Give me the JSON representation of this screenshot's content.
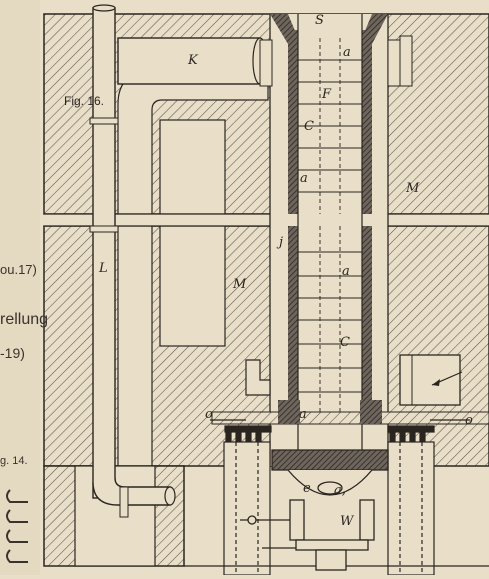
{
  "figure_label": "Fig. 16.",
  "side_text": {
    "fragment_1": "ou.17)",
    "fragment_2": "rellung",
    "fragment_3": "-19)",
    "fragment_4": "g. 14."
  },
  "part_labels": {
    "S": "S",
    "K": "K",
    "F": "F",
    "M_right": "M",
    "M_left": "M",
    "L": "L",
    "j": "j",
    "a_top": "a",
    "a_mid": "a",
    "a_lower": "a",
    "a_bottom": "a",
    "c_top": "C",
    "c_bottom": "C",
    "o_left": "o",
    "o_right": "o",
    "e": "e",
    "a1": "a,",
    "W": "W"
  },
  "colors": {
    "paper": "#e9dfc8",
    "ink": "#2b2520",
    "dark_lining": "#3c3631"
  }
}
